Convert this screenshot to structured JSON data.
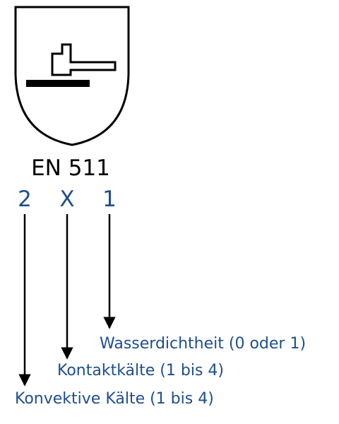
{
  "standard": {
    "title": "EN 511",
    "pictogram": "shield-with-hammer-on-anvil-icon"
  },
  "code": {
    "digits": [
      "2",
      "X",
      "1"
    ]
  },
  "labels": {
    "first": "Konvektive Kälte (1 bis 4)",
    "second": "Kontaktkälte (1 bis 4)",
    "third": "Wasserdichtheit (0 oder 1)"
  },
  "colors": {
    "accent": "#1f4e8c",
    "line": "#000000"
  }
}
